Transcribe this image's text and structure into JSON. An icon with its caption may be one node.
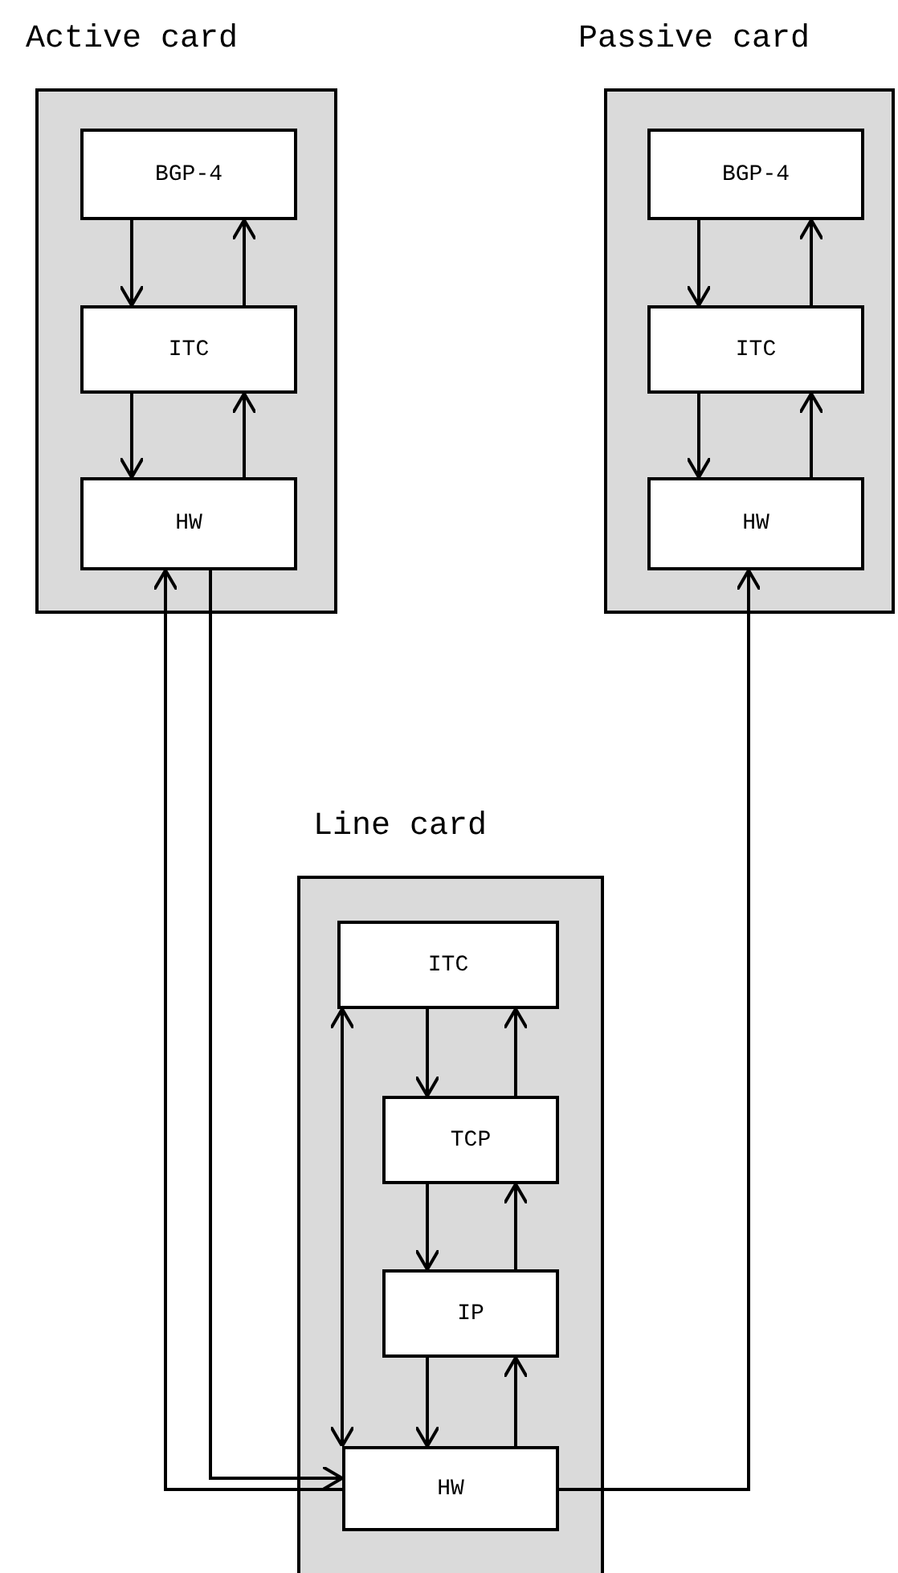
{
  "diagram": {
    "nodes": [
      {
        "text": [
          "Active card"
        ]
      },
      {
        "text": [
          "BGP-4"
        ],
        "in": 0
      },
      {
        "text": [
          "ITC"
        ],
        "in": 0
      },
      {
        "text": [
          "HW"
        ],
        "in": 0
      },
      {
        "text": [
          "Passive card"
        ]
      },
      {
        "text": [
          "BGP-4"
        ],
        "in": 4
      },
      {
        "text": [
          "ITC"
        ],
        "in": 4
      },
      {
        "text": [
          "HW"
        ],
        "in": 4
      },
      {
        "text": [
          "Line card"
        ]
      },
      {
        "text": [
          "ITC"
        ],
        "in": 8
      },
      {
        "text": [
          "TCP"
        ],
        "in": 8
      },
      {
        "text": [
          "IP"
        ],
        "in": 8
      },
      {
        "text": [
          "HW"
        ],
        "in": 8
      }
    ],
    "edges": [
      {
        "from": 1,
        "to": 2,
        "arrow": "to"
      },
      {
        "from": 2,
        "to": 1,
        "arrow": "to"
      },
      {
        "from": 2,
        "to": 3,
        "arrow": "to"
      },
      {
        "from": 3,
        "to": 2,
        "arrow": "to"
      },
      {
        "from": 5,
        "to": 6,
        "arrow": "to"
      },
      {
        "from": 6,
        "to": 5,
        "arrow": "to"
      },
      {
        "from": 6,
        "to": 7,
        "arrow": "to"
      },
      {
        "from": 7,
        "to": 6,
        "arrow": "to"
      },
      {
        "from": 9,
        "to": 10,
        "arrow": "to"
      },
      {
        "from": 10,
        "to": 9,
        "arrow": "to"
      },
      {
        "from": 10,
        "to": 11,
        "arrow": "to"
      },
      {
        "from": 11,
        "to": 10,
        "arrow": "to"
      },
      {
        "from": 11,
        "to": 12,
        "arrow": "to"
      },
      {
        "from": 12,
        "to": 11,
        "arrow": "to"
      },
      {
        "from": 9,
        "to": 12,
        "arrow": "both"
      },
      {
        "from": 3,
        "to": 12,
        "arrow": "to"
      },
      {
        "from": 12,
        "to": 3,
        "arrow": "to"
      },
      {
        "from": 12,
        "to": 7,
        "arrow": "to"
      }
    ]
  }
}
